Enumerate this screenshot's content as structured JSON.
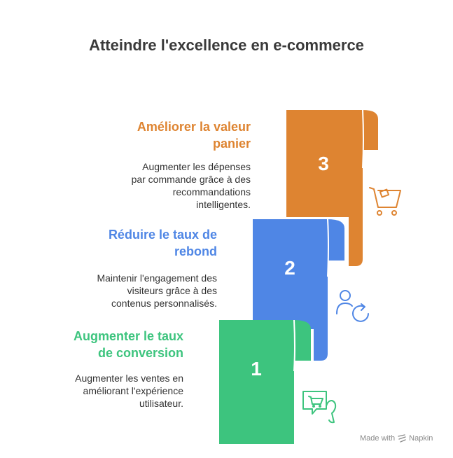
{
  "title": "Atteindre l'excellence en e-commerce",
  "colors": {
    "orange": "#DE8431",
    "blue": "#4F86E5",
    "green": "#3DC47E",
    "title": "#3a3a3a"
  },
  "steps": [
    {
      "number": "1",
      "title_line1": "Augmenter le taux",
      "title_line2": "de conversion",
      "desc_line1": "Augmenter les ventes en",
      "desc_line2": "améliorant l'expérience",
      "desc_line3": "utilisateur.",
      "icon": "shopping-chat-icon"
    },
    {
      "number": "2",
      "title_line1": "Réduire le taux de",
      "title_line2": "rebond",
      "desc_line1": "Maintenir l'engagement des",
      "desc_line2": "visiteurs grâce à des",
      "desc_line3": "contenus personnalisés.",
      "icon": "user-return-icon"
    },
    {
      "number": "3",
      "title_line1": "Améliorer la valeur",
      "title_line2": "panier",
      "desc_line1": "Augmenter les dépenses",
      "desc_line2": "par commande grâce à des",
      "desc_line3": "recommandations",
      "desc_line4": "intelligentes.",
      "icon": "shopping-cart-icon"
    }
  ],
  "footer": {
    "made_with": "Made with",
    "brand": "Napkin"
  }
}
